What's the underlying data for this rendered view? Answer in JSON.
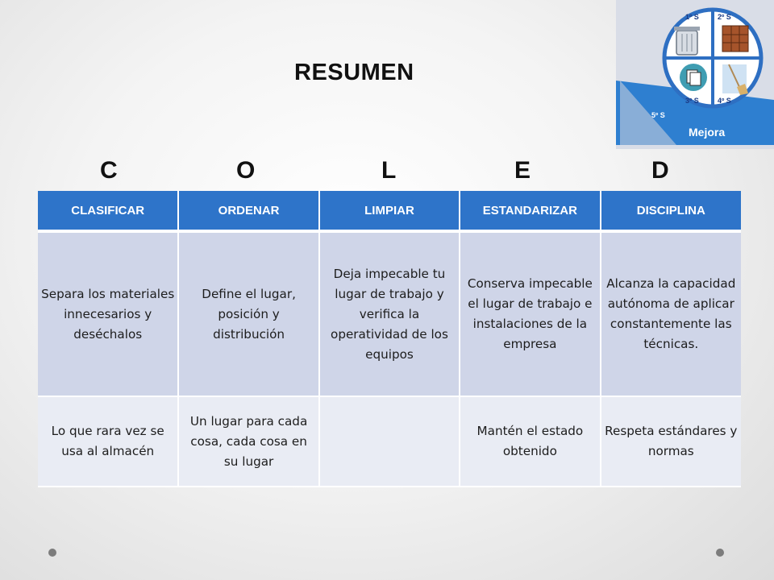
{
  "title": "RESUMEN",
  "letters": [
    "C",
    "O",
    "L",
    "E",
    "D"
  ],
  "logo": {
    "quadrants": [
      "1º S",
      "2º S",
      "3º S",
      "4º S"
    ],
    "fifth": "5º S",
    "improvement": "Mejora",
    "icons": [
      "trash-can-icon",
      "filing-cabinet-icon",
      "documents-icon",
      "broom-icon"
    ]
  },
  "table": {
    "headers": [
      "CLASIFICAR",
      "ORDENAR",
      "LIMPIAR",
      "ESTANDARIZAR",
      "DISCIPLINA"
    ],
    "descriptions": [
      "Separa los materiales innecesarios y deséchalos",
      "Define el lugar, posición y distribución",
      "Deja impecable tu lugar de trabajo y verifica la operatividad de los equipos",
      "Conserva impecable el lugar de trabajo e instalaciones de la empresa",
      "Alcanza la capacidad autónoma de aplicar constantemente las técnicas."
    ],
    "mottos": [
      "Lo que rara vez se usa al almacén",
      "Un lugar para cada cosa, cada cosa en su lugar",
      "",
      "Mantén el estado obtenido",
      "Respeta estándares y normas"
    ]
  },
  "colors": {
    "header_blue": "#2e74c9",
    "row1": "#cfd5e8",
    "row2": "#e9ecf4"
  }
}
